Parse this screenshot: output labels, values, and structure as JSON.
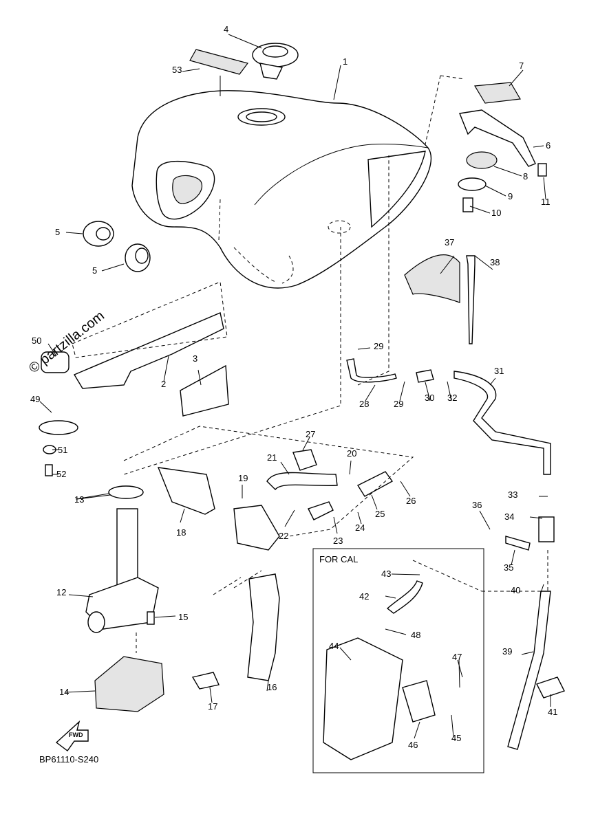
{
  "watermark": "© partzilla.com",
  "diagram_code": "BP61110-S240",
  "inset_title": "FOR CAL",
  "fwd_label": "FWD",
  "callouts": [
    {
      "id": "c1",
      "label": "1"
    },
    {
      "id": "c2",
      "label": "2"
    },
    {
      "id": "c3",
      "label": "3"
    },
    {
      "id": "c4",
      "label": "4"
    },
    {
      "id": "c5a",
      "label": "5"
    },
    {
      "id": "c5b",
      "label": "5"
    },
    {
      "id": "c6",
      "label": "6"
    },
    {
      "id": "c7",
      "label": "7"
    },
    {
      "id": "c8",
      "label": "8"
    },
    {
      "id": "c9",
      "label": "9"
    },
    {
      "id": "c10",
      "label": "10"
    },
    {
      "id": "c11",
      "label": "11"
    },
    {
      "id": "c12",
      "label": "12"
    },
    {
      "id": "c13",
      "label": "13"
    },
    {
      "id": "c14",
      "label": "14"
    },
    {
      "id": "c15",
      "label": "15"
    },
    {
      "id": "c16",
      "label": "16"
    },
    {
      "id": "c17",
      "label": "17"
    },
    {
      "id": "c18",
      "label": "18"
    },
    {
      "id": "c19",
      "label": "19"
    },
    {
      "id": "c20",
      "label": "20"
    },
    {
      "id": "c21",
      "label": "21"
    },
    {
      "id": "c22",
      "label": "22"
    },
    {
      "id": "c23",
      "label": "23"
    },
    {
      "id": "c24",
      "label": "24"
    },
    {
      "id": "c25",
      "label": "25"
    },
    {
      "id": "c26",
      "label": "26"
    },
    {
      "id": "c27",
      "label": "27"
    },
    {
      "id": "c28",
      "label": "28"
    },
    {
      "id": "c29a",
      "label": "29"
    },
    {
      "id": "c29b",
      "label": "29"
    },
    {
      "id": "c30",
      "label": "30"
    },
    {
      "id": "c31",
      "label": "31"
    },
    {
      "id": "c32",
      "label": "32"
    },
    {
      "id": "c33",
      "label": "33"
    },
    {
      "id": "c34",
      "label": "34"
    },
    {
      "id": "c35",
      "label": "35"
    },
    {
      "id": "c36",
      "label": "36"
    },
    {
      "id": "c37",
      "label": "37"
    },
    {
      "id": "c38",
      "label": "38"
    },
    {
      "id": "c39",
      "label": "39"
    },
    {
      "id": "c40",
      "label": "40"
    },
    {
      "id": "c41",
      "label": "41"
    },
    {
      "id": "c42",
      "label": "42"
    },
    {
      "id": "c43",
      "label": "43"
    },
    {
      "id": "c44",
      "label": "44"
    },
    {
      "id": "c45",
      "label": "45"
    },
    {
      "id": "c46",
      "label": "46"
    },
    {
      "id": "c47",
      "label": "47"
    },
    {
      "id": "c48",
      "label": "48"
    },
    {
      "id": "c49",
      "label": "49"
    },
    {
      "id": "c50",
      "label": "50"
    },
    {
      "id": "c51",
      "label": "51"
    },
    {
      "id": "c52",
      "label": "52"
    },
    {
      "id": "c53",
      "label": "53"
    }
  ]
}
